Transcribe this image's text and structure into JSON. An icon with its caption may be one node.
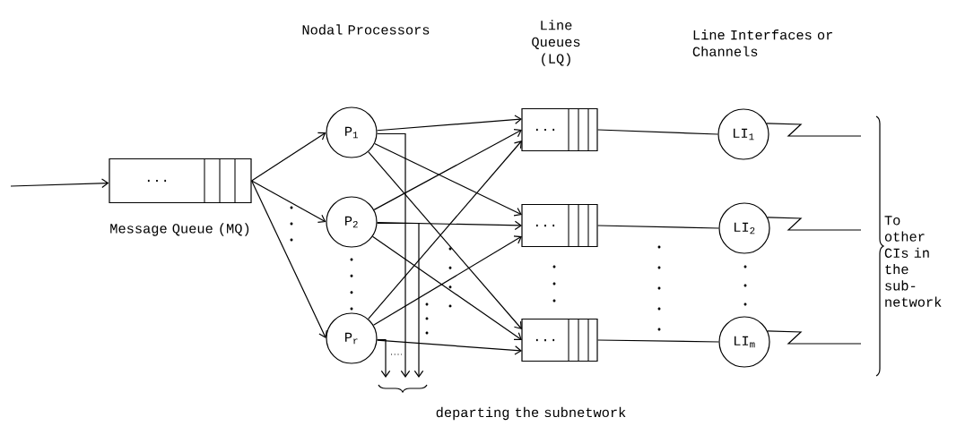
{
  "diagram": {
    "nodes": [
      {
        "text": [
          "..."
        ],
        "beside": [
          "Message Queue (MQ)"
        ]
      },
      {
        "text": [
          "P$_{1}$"
        ]
      },
      {
        "text": [
          "P$_{2}$"
        ]
      },
      {
        "text": [
          "P$_{r}$"
        ]
      },
      {
        "text": [
          "..."
        ]
      },
      {
        "text": [
          "..."
        ]
      },
      {
        "text": [
          "..."
        ]
      },
      {
        "text": [
          "LI$_{1}$"
        ]
      },
      {
        "text": [
          "LI$_{2}$"
        ]
      },
      {
        "text": [
          "LI$_{m}$"
        ]
      }
    ],
    "edges": [
      {
        "from": null,
        "to": 0,
        "arrow": "to"
      },
      {
        "from": 0,
        "to": 1,
        "arrow": "to"
      },
      {
        "from": 0,
        "to": 2,
        "arrow": "to"
      },
      {
        "from": 0,
        "to": 3,
        "arrow": "to"
      },
      {
        "from": 1,
        "to": 4,
        "arrow": "to"
      },
      {
        "from": 1,
        "to": 5,
        "arrow": "to"
      },
      {
        "from": 1,
        "to": 6,
        "arrow": "to"
      },
      {
        "from": 2,
        "to": 4,
        "arrow": "to"
      },
      {
        "from": 2,
        "to": 5,
        "arrow": "to"
      },
      {
        "from": 2,
        "to": 6,
        "arrow": "to"
      },
      {
        "from": 3,
        "to": 4,
        "arrow": "to"
      },
      {
        "from": 3,
        "to": 5,
        "arrow": "to"
      },
      {
        "from": 3,
        "to": 6,
        "arrow": "to"
      },
      {
        "from": 4,
        "to": 7,
        "arrow": "none"
      },
      {
        "from": 5,
        "to": 8,
        "arrow": "none"
      },
      {
        "from": 6,
        "to": 9,
        "arrow": "none"
      },
      {
        "from": 7,
        "to": null,
        "arrow": "none"
      },
      {
        "from": 8,
        "to": null,
        "arrow": "none"
      },
      {
        "from": 9,
        "to": null,
        "arrow": "none"
      },
      {
        "from": 1,
        "to": null,
        "arrow": "to"
      },
      {
        "from": 2,
        "to": null,
        "arrow": "to"
      },
      {
        "from": 3,
        "to": null,
        "arrow": "to"
      }
    ],
    "labels": [
      "Nodal Processors",
      "Line Queues (LQ)",
      "Line Interfaces or Channels",
      "To other CIs in the sub- network",
      "departing the subnetwork"
    ]
  }
}
